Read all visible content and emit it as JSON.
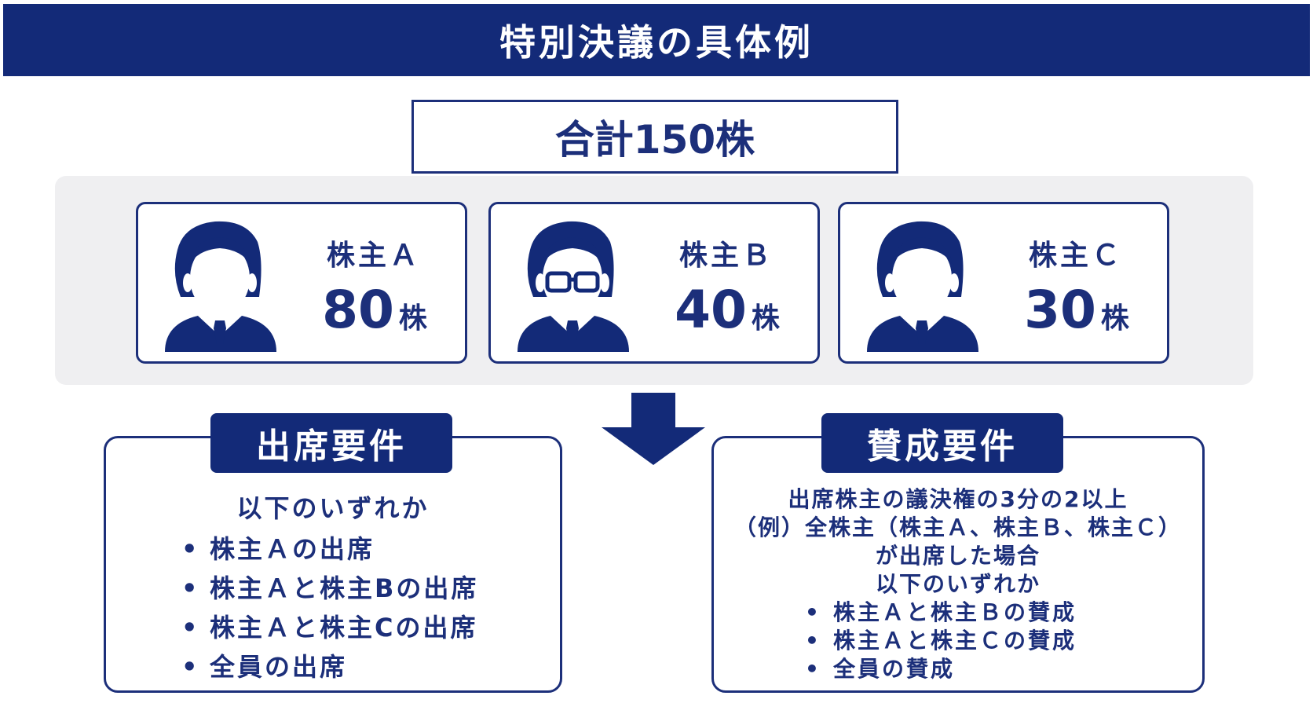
{
  "title": "特別決議の具体例",
  "total": "合計150株",
  "shareholders": [
    {
      "name": "株主Ａ",
      "shares": "80",
      "unit": "株",
      "icon": "businessman-icon"
    },
    {
      "name": "株主Ｂ",
      "shares": "40",
      "unit": "株",
      "icon": "businessman-glasses-icon"
    },
    {
      "name": "株主Ｃ",
      "shares": "30",
      "unit": "株",
      "icon": "businessman-icon"
    }
  ],
  "attendance": {
    "heading": "出席要件",
    "lead": "以下のいずれか",
    "items": [
      "株主Ａの出席",
      "株主Ａと株主Bの出席",
      "株主Ａと株主Cの出席",
      "全員の出席"
    ]
  },
  "approval": {
    "heading": "賛成要件",
    "lines": [
      "出席株主の議決権の3分の2以上",
      "（例）全株主（株主Ａ、株主Ｂ、株主Ｃ）",
      "が出席した場合",
      "以下のいずれか"
    ],
    "items": [
      "株主Ａと株主Ｂの賛成",
      "株主Ａと株主Ｃの賛成",
      "全員の賛成"
    ]
  },
  "colors": {
    "navy": "#132a78",
    "panel": "#efeff1"
  }
}
